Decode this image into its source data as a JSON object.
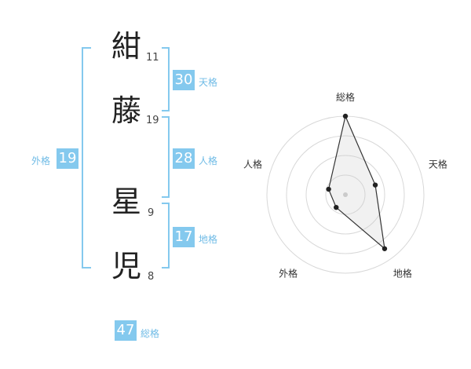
{
  "name_chars": [
    {
      "char": "紺",
      "strokes": "11"
    },
    {
      "char": "藤",
      "strokes": "19"
    },
    {
      "char": "星",
      "strokes": "9"
    },
    {
      "char": "児",
      "strokes": "8"
    }
  ],
  "fortunes": {
    "tenkaku": {
      "label": "天格",
      "value": "30"
    },
    "jinkaku": {
      "label": "人格",
      "value": "28"
    },
    "chikaku": {
      "label": "地格",
      "value": "17"
    },
    "gaikaku": {
      "label": "外格",
      "value": "19"
    },
    "soukaku": {
      "label": "総格",
      "value": "47"
    }
  },
  "colors": {
    "accent": "#84c9ee",
    "label": "#6fbbe6"
  },
  "chart_data": {
    "type": "radar",
    "axes": [
      "総格",
      "天格",
      "地格",
      "外格",
      "人格"
    ],
    "rings": 4,
    "values": [
      4.0,
      1.6,
      3.4,
      0.8,
      0.9
    ],
    "max": 4.0
  }
}
